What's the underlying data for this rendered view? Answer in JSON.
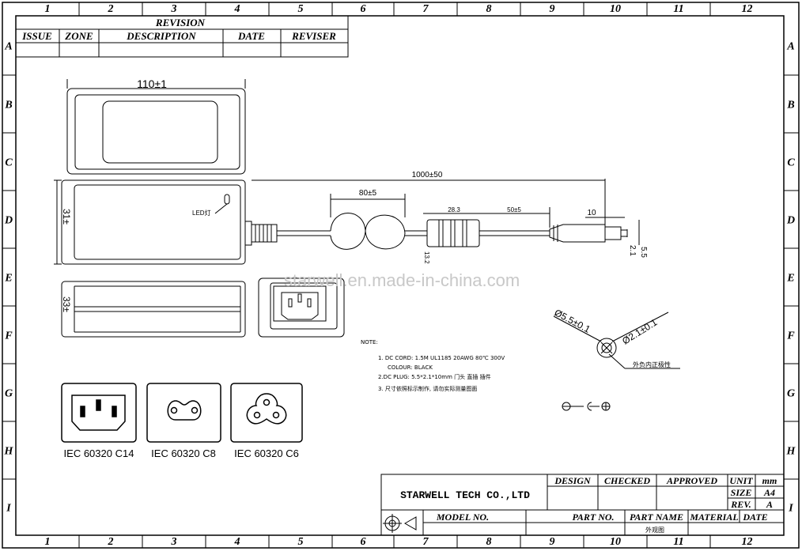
{
  "grid": {
    "columns": [
      "1",
      "2",
      "3",
      "4",
      "5",
      "6",
      "7",
      "8",
      "9",
      "10",
      "11",
      "12"
    ],
    "rows": [
      "A",
      "B",
      "C",
      "D",
      "E",
      "F",
      "G",
      "H",
      "I"
    ]
  },
  "revision": {
    "title": "REVISION",
    "headers": [
      "ISSUE",
      "ZONE",
      "DESCRIPTION",
      "DATE",
      "REVISER"
    ]
  },
  "dimensions": {
    "top_width": "110±1",
    "cable_length": "1000±50",
    "loop": "80±5",
    "side_height": "31±",
    "led": "LED灯",
    "ferrite": "28.3",
    "ferrite_dist": "50±5",
    "ferrite_dia": "13.2",
    "plug_len": "10",
    "plug_in": "2.1",
    "plug_out": "5.5",
    "bottom_height": "33±",
    "dia_outer": "Ø5.5±0.1",
    "dia_inner": "Ø2.1±0.1",
    "polarity_note": "外负内正极性"
  },
  "watermark": "starwell.en.made-in-china.com",
  "notes": {
    "heading": "NOTE:",
    "line1": "1. DC CORD: 1.5M  UL1185 20AWG    80℃  300V",
    "line1b": "COLOUR: BLACK",
    "line2": "2.DC PLUG: 5.5*2.1*10mm   门头 直插 插件",
    "line3": "3. 尺寸依照标示制作, 请勿实际测量图面"
  },
  "connectors": [
    "IEC 60320 C14",
    "IEC 60320 C8",
    "IEC 60320 C6"
  ],
  "title_block": {
    "company": "STARWELL TECH CO.,LTD",
    "design": "DESIGN",
    "checked": "CHECKED",
    "approved": "APPROVED",
    "unit_label": "UNIT",
    "unit": "mm",
    "size_label": "SIZE",
    "size": "A4",
    "rev_label": "REV.",
    "rev": "A",
    "model_no": "MODEL NO.",
    "part_no": "PART NO.",
    "part_name": "PART NAME",
    "material": "MATERIAL",
    "date": "DATE",
    "part_name_value": "外观图"
  }
}
